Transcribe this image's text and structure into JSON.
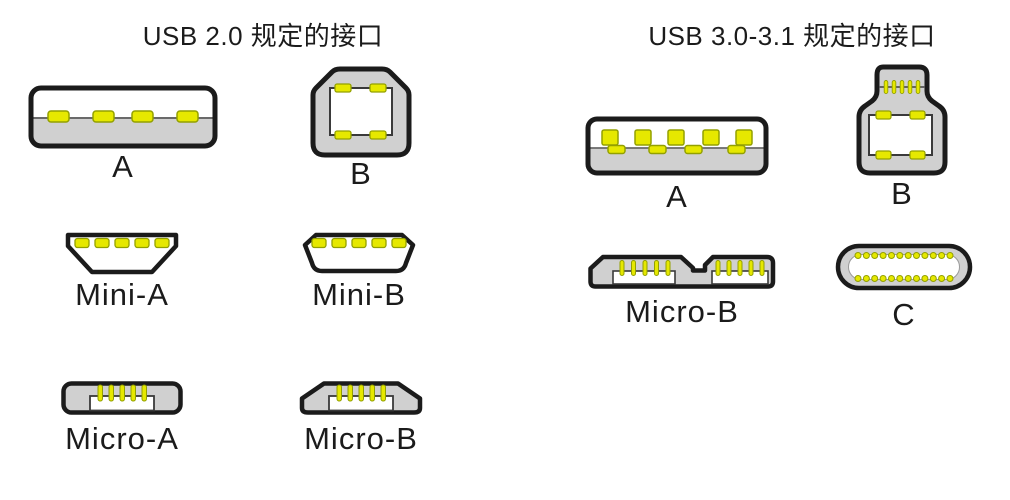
{
  "colors": {
    "background": "#ffffff",
    "outline": "#1b1b1b",
    "shell_gray": "#d0d0d0",
    "pin_yellow": "#e6e800",
    "pin_border": "#93a000",
    "text": "#1b1b1b"
  },
  "sections": [
    {
      "title": "USB 2.0 规定的接口",
      "connectors": [
        {
          "label": "A"
        },
        {
          "label": "B"
        },
        {
          "label": "Mini-A"
        },
        {
          "label": "Mini-B"
        },
        {
          "label": "Micro-A"
        },
        {
          "label": "Micro-B"
        }
      ]
    },
    {
      "title": "USB 3.0-3.1 规定的接口",
      "connectors": [
        {
          "label": "A"
        },
        {
          "label": "B"
        },
        {
          "label": "Micro-B"
        },
        {
          "label": "C"
        }
      ]
    }
  ]
}
